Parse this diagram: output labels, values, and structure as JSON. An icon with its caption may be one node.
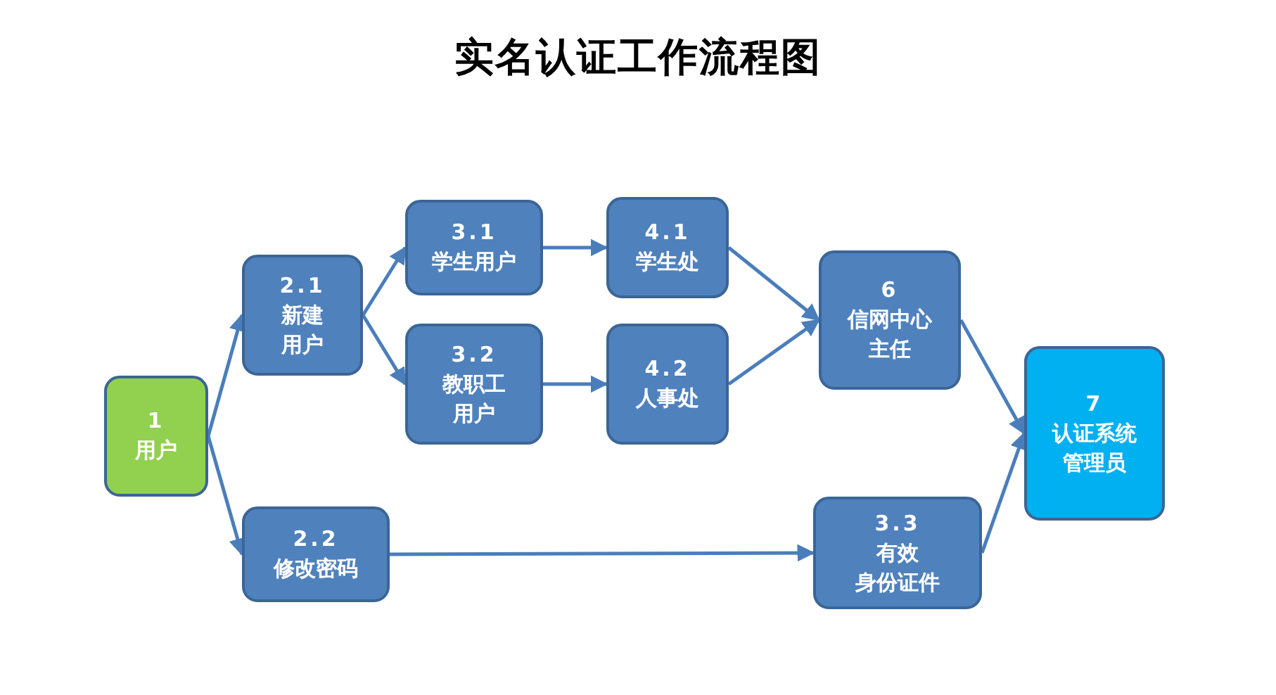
{
  "diagram": {
    "title": "实名认证工作流程图",
    "nodes": [
      {
        "text": [
          "1",
          "用户"
        ]
      },
      {
        "text": [
          "2.1",
          "新建用户"
        ]
      },
      {
        "text": [
          "3.1",
          "学生用户"
        ]
      },
      {
        "text": [
          "3.2",
          "教职工用户"
        ]
      },
      {
        "text": [
          "4.1",
          "学生处"
        ]
      },
      {
        "text": [
          "4.2",
          "人事处"
        ]
      },
      {
        "text": [
          "6",
          "信网中心主任"
        ]
      },
      {
        "text": [
          "2.2",
          "修改密码"
        ]
      },
      {
        "text": [
          "3.3",
          "有效",
          "身份证件"
        ]
      },
      {
        "text": [
          "7",
          "认证系统管理员"
        ]
      }
    ],
    "edges": [
      {
        "from": 0,
        "to": 1,
        "arrow": "to"
      },
      {
        "from": 0,
        "to": 7,
        "arrow": "to"
      },
      {
        "from": 1,
        "to": 2,
        "arrow": "to"
      },
      {
        "from": 1,
        "to": 3,
        "arrow": "to"
      },
      {
        "from": 2,
        "to": 4,
        "arrow": "to"
      },
      {
        "from": 3,
        "to": 5,
        "arrow": "to"
      },
      {
        "from": 4,
        "to": 6,
        "arrow": "to"
      },
      {
        "from": 5,
        "to": 6,
        "arrow": "to"
      },
      {
        "from": 7,
        "to": 8,
        "arrow": "to"
      },
      {
        "from": 6,
        "to": 9,
        "arrow": "to"
      },
      {
        "from": 8,
        "to": 9,
        "arrow": "to"
      }
    ]
  }
}
